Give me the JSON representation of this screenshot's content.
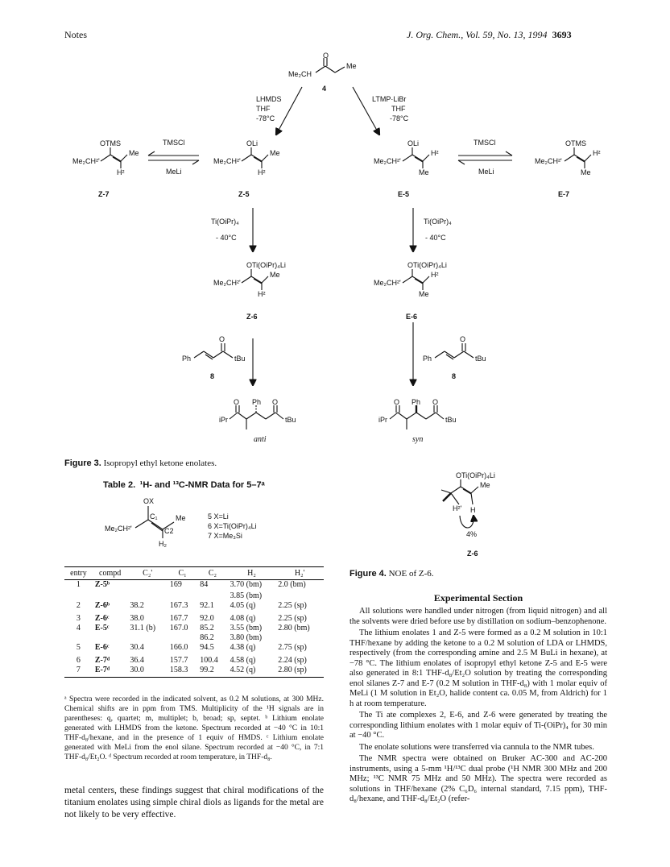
{
  "header": {
    "left": "Notes",
    "journal": "J. Org. Chem., Vol. 59, No. 13, 1994",
    "page": "3693"
  },
  "scheme": {
    "ketone": {
      "me2ch": "Me₂CH",
      "me": "Me",
      "o": "O",
      "number": "4"
    },
    "left_arrow": {
      "line1": "LHMDS",
      "line2": "THF",
      "line3": "-78°C"
    },
    "right_arrow": {
      "line1": "LTMP·LiBr",
      "line2": "THF",
      "line3": "-78°C"
    },
    "tmscl_left": "TMSCl",
    "meli_left": "MeLi",
    "tmscl_right": "TMSCl",
    "meli_right": "MeLi",
    "ti_left": {
      "line1": "Ti(OiPr)₄",
      "line2": "- 40°C"
    },
    "ti_right": {
      "line1": "Ti(OiPr)₄",
      "line2": "- 40°C"
    },
    "z7": {
      "group": "OTMS",
      "me2ch": "Me₂CH²'",
      "me": "Me",
      "h": "H²",
      "label": "Z-7"
    },
    "z5": {
      "group": "OLi",
      "me2ch": "Me₂CH²'",
      "me": "Me",
      "h": "H²",
      "label": "Z-5"
    },
    "e5": {
      "group": "OLi",
      "me2ch": "Me₂CH²'",
      "h": "H²",
      "me": "Me",
      "label": "E-5"
    },
    "e7": {
      "group": "OTMS",
      "me2ch": "Me₂CH²'",
      "h": "H²",
      "me": "Me",
      "label": "E-7"
    },
    "z6": {
      "group": "OTi(OiPr)₄Li",
      "me2ch": "Me₂CH²'",
      "me": "Me",
      "h": "H²",
      "label": "Z-6"
    },
    "e6": {
      "group": "OTi(OiPr)₄Li",
      "me2ch": "Me₂CH²'",
      "h": "H²",
      "me": "Me",
      "label": "E-6"
    },
    "enone_left": {
      "ph": "Ph",
      "tbu": "tBu",
      "o": "O",
      "label": "8"
    },
    "enone_right": {
      "ph": "Ph",
      "tbu": "tBu",
      "o": "O",
      "label": "8"
    },
    "anti": {
      "ipr": "iPr",
      "ph": "Ph",
      "tbu": "tBu",
      "o1": "O",
      "o2": "O",
      "label": "anti"
    },
    "syn": {
      "ipr": "iPr",
      "ph": "Ph",
      "tbu": "tBu",
      "o1": "O",
      "o2": "O",
      "label": "syn"
    }
  },
  "figure3_caption": {
    "label": "Figure 3.",
    "text": "Isopropyl ethyl ketone enolates."
  },
  "table2": {
    "title_label": "Table 2.",
    "title_text": "¹H- and ¹³C-NMR Data for 5–7ᵃ",
    "struct": {
      "ox": "OX",
      "c1": "C₁",
      "c2": "C2",
      "me": "Me",
      "me2ch": "Me₂CH²'",
      "h2": "H₂"
    },
    "legend": [
      "5 X=Li",
      "6 X=Ti(OiPr)₄Li",
      "7 X=Me₃Si"
    ],
    "columns": [
      "entry",
      "compd",
      "C₂'",
      "C₁",
      "C₂",
      "H₂",
      "H₂'"
    ],
    "rows": [
      [
        "1",
        "Z-5ᵇ",
        "",
        "169",
        "84",
        "3.70 (bm)",
        "2.0 (bm)"
      ],
      [
        "",
        "",
        "",
        "",
        "",
        "3.85 (bm)",
        ""
      ],
      [
        "2",
        "Z-6ᵇ",
        "38.2",
        "167.3",
        "92.1",
        "4.05 (q)",
        "2.25 (sp)"
      ],
      [
        "3",
        "Z-6ᶜ",
        "38.0",
        "167.7",
        "92.0",
        "4.08 (q)",
        "2.25 (sp)"
      ],
      [
        "4",
        "E-5ᶜ",
        "31.1 (b)",
        "167.0",
        "85.2",
        "3.55 (bm)",
        "2.80 (bm)"
      ],
      [
        "",
        "",
        "",
        "",
        "86.2",
        "3.80 (bm)",
        ""
      ],
      [
        "5",
        "E-6ᶜ",
        "30.4",
        "166.0",
        "94.5",
        "4.38 (q)",
        "2.75 (sp)"
      ],
      [
        "6",
        "Z-7ᵈ",
        "36.4",
        "157.7",
        "100.4",
        "4.58 (q)",
        "2.24 (sp)"
      ],
      [
        "7",
        "E-7ᵈ",
        "30.0",
        "158.3",
        "99.2",
        "4.52 (q)",
        "2.80 (sp)"
      ]
    ],
    "footnote": "ᵃ Spectra were recorded in the indicated solvent, as 0.2 M solutions, at 300 MHz. Chemical shifts are in ppm from TMS. Multiplicity of the ¹H signals are in parentheses: q, quartet; m, multiplet; b, broad; sp, septet. ᵇ Lithium enolate generated with LHMDS from the ketone. Spectrum recorded at −40 °C in 10:1 THF-d₈/hexane, and in the presence of 1 equiv of HMDS. ᶜ Lithium enolate generated with MeLi from the enol silane. Spectrum recorded at −40 °C, in 7:1 THF-d₈/Et₂O. ᵈ Spectrum recorded at room temperature, in THF-d₈."
  },
  "figure4": {
    "group": "OTi(OiPr)₄Li",
    "me": "Me",
    "h2": "H²'",
    "h": "H",
    "pct": "4%",
    "label": "Z-6",
    "caption_label": "Figure 4.",
    "caption_text": "NOE of Z-6."
  },
  "left_body": "metal centers, these findings suggest that chiral modifications of the titanium enolates using simple chiral diols as ligands for the metal are not likely to be very effective.",
  "experimental": {
    "title": "Experimental Section",
    "paragraphs": [
      "All solutions were handled under nitrogen (from liquid nitrogen) and all the solvents were dried before use by distillation on sodium–benzophenone.",
      "The lithium enolates 1 and Z-5 were formed as a 0.2 M solution in 10:1 THF/hexane by adding the ketone to a 0.2 M solution of LDA or LHMDS, respectively (from the corresponding amine and 2.5 M BuLi in hexane), at −78 °C. The lithium enolates of isopropyl ethyl ketone Z-5 and E-5 were also generated in 8:1 THF-d₈/Et₂O solution by treating the corresponding enol silanes Z-7 and E-7 (0.2 M solution in THF-d₈) with 1 molar equiv of MeLi (1 M solution in Et₂O, halide content ca. 0.05 M, from Aldrich) for 1 h at room temperature.",
      "The Ti ate complexes 2, E-6, and Z-6 were generated by treating the corresponding lithium enolates with 1 molar equiv of Ti-(OiPr)₄ for 30 min at −40 °C.",
      "The enolate solutions were transferred via cannula to the NMR tubes.",
      "The NMR spectra were obtained on Bruker AC-300 and AC-200 instruments, using a 5-mm ¹H/¹³C dual probe (¹H NMR 300 MHz and 200 MHz; ¹³C NMR 75 MHz and 50 MHz). The spectra were recorded as solutions in THF/hexane (2% C₆D₆ internal standard, 7.15 ppm), THF-d₈/hexane, and THF-d₈/Et₂O (refer-"
    ]
  }
}
